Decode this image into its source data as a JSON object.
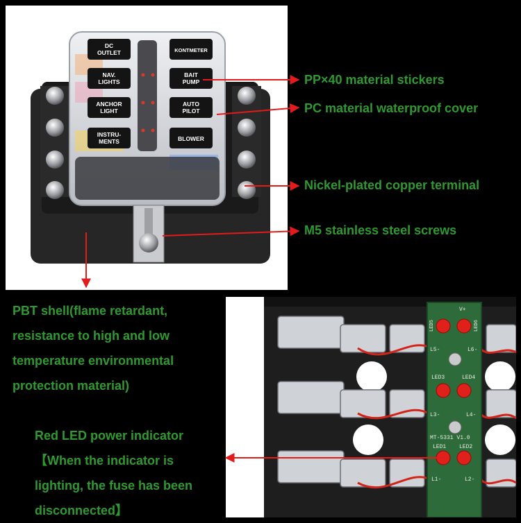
{
  "fuse_labels": [
    "DC OUTLET",
    "KONTMETER",
    "NAV. LIGHTS",
    "BAIT PUMP",
    "ANCHOR LIGHT",
    "AUTO PILOT",
    "INSTRU- MENTS",
    "BLOWER"
  ],
  "fuse_label_lines": [
    [
      "DC",
      "OUTLET"
    ],
    [
      "KONTMETER"
    ],
    [
      "NAV.",
      "LIGHTS"
    ],
    [
      "BAIT",
      "PUMP"
    ],
    [
      "ANCHOR",
      "LIGHT"
    ],
    [
      "AUTO",
      "PILOT"
    ],
    [
      "INSTRU-",
      "MENTS"
    ],
    [
      "BLOWER"
    ]
  ],
  "callouts": {
    "stickers": "PP×40 material stickers",
    "cover": "PC material waterproof cover",
    "terminal": "Nickel-plated copper terminal",
    "screws": "M5 stainless steel screws"
  },
  "pbt_lines": [
    "PBT shell(flame retardant,",
    "resistance to high and low",
    "temperature environmental",
    "protection material)"
  ],
  "led_lines": [
    "Red LED power indicator",
    "【When the indicator is",
    "lighting, the fuse has been",
    "disconnected】"
  ],
  "pcb_labels": {
    "vplus": "V+",
    "led5": "LED5",
    "led6": "LED6",
    "l5": "L5-",
    "l6": "L6-",
    "led3": "LED3",
    "led4": "LED4",
    "l3": "L3-",
    "l4": "L4-",
    "model": "MT-5331 V1.0",
    "led1": "LED1",
    "led2": "LED2",
    "l1": "L1-",
    "l2": "L2-"
  },
  "colors": {
    "callout_text": "#2f9a2f",
    "arrow": "#e31b1b",
    "pcb_green": "#2e6b3a",
    "led_red": "#e0201a",
    "housing": "#1c1c1c"
  }
}
